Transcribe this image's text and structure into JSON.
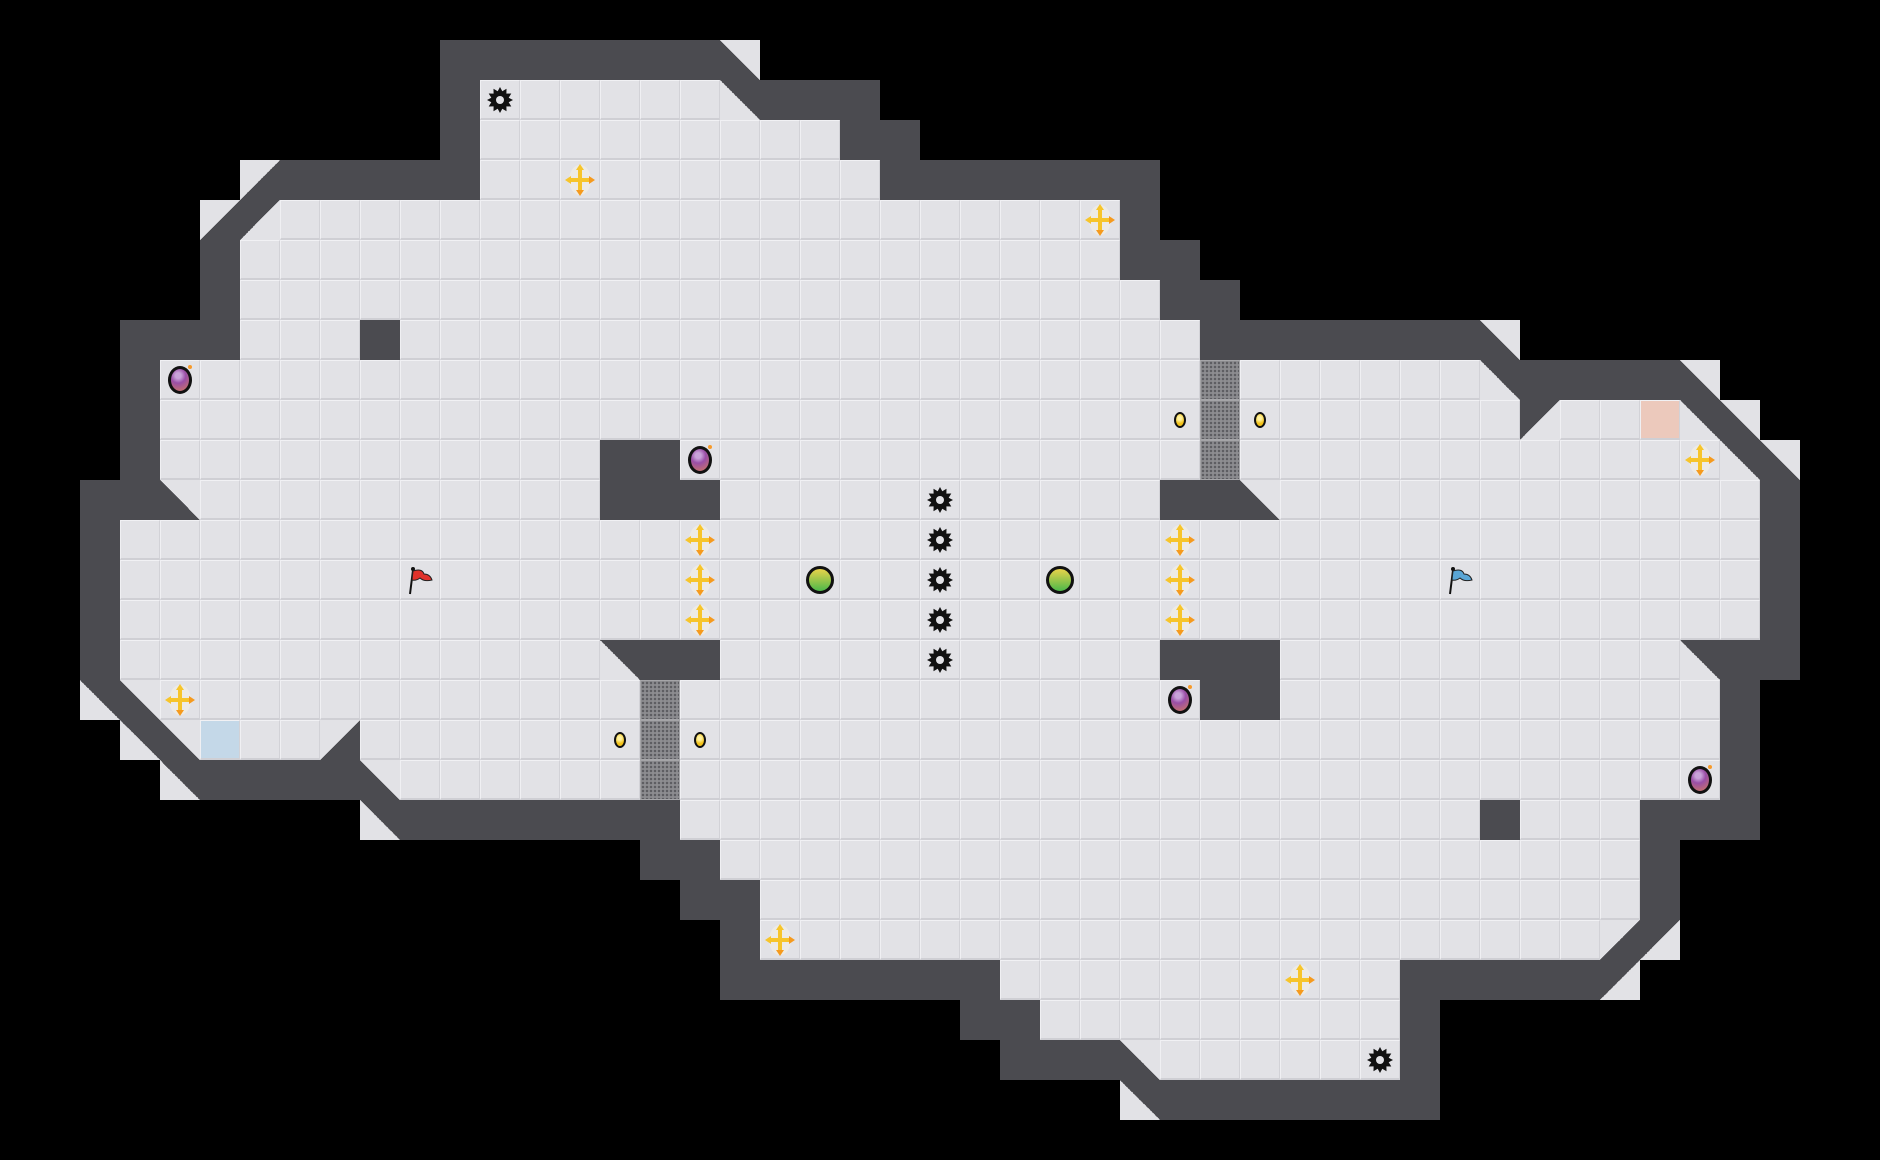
{
  "game": {
    "view": "map-editor-preview",
    "legend": {
      "wall": "wall-tile",
      "floor": "floor-tile",
      "spike": "spike-icon",
      "boost": "boost-icon",
      "bomb": "bomb-icon",
      "juke_juice": "juke-juice-icon",
      "red_flag": "red-flag-icon",
      "blue_flag": "blue-flag-icon",
      "gate": "gate-tile",
      "button": "button-icon",
      "red_tile": "red-team-tile",
      "blue_tile": "blue-team-tile"
    },
    "counts": {
      "spikes": 7,
      "boosts": 12,
      "bombs": 4,
      "juke_juice": 2,
      "flags": 2,
      "gates": 6,
      "buttons": 4
    },
    "colors": {
      "background": "#000000",
      "wall": "#4b4b50",
      "floor": "#e2e2e6",
      "boost": "#f7c52a",
      "red_flag": "#e0322b",
      "blue_flag": "#5aa6d6",
      "red_tile": "#ecc9bc",
      "blue_tile": "#c4d8e8",
      "gate": "#8d8d90"
    }
  }
}
